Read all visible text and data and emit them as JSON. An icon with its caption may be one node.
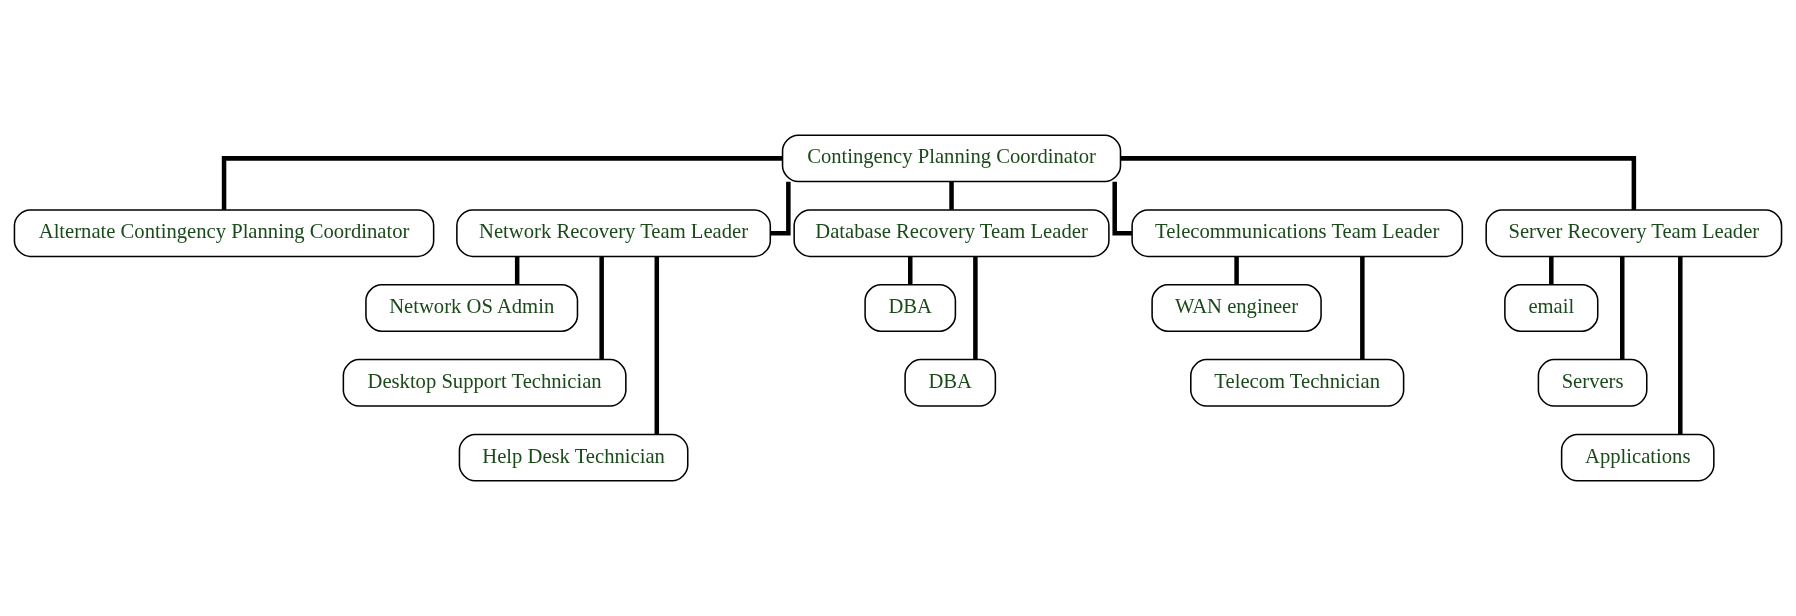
{
  "diagram": {
    "nodes": [
      {
        "text": [
          "Contingency Planning Coordinator"
        ]
      },
      {
        "text": [
          "Alternate Contingency Planning Coordinator"
        ]
      },
      {
        "text": [
          "Network Recovery Team Leader"
        ]
      },
      {
        "text": [
          "Database Recovery Team Leader"
        ]
      },
      {
        "text": [
          "Telecommunications Team Leader"
        ]
      },
      {
        "text": [
          "Server Recovery Team Leader"
        ]
      },
      {
        "text": [
          "Network OS Admin"
        ]
      },
      {
        "text": [
          "Desktop Support Technician"
        ]
      },
      {
        "text": [
          "Help Desk Technician"
        ]
      },
      {
        "text": [
          "DBA"
        ]
      },
      {
        "text": [
          "DBA"
        ]
      },
      {
        "text": [
          "WAN engineer"
        ]
      },
      {
        "text": [
          "Telecom Technician"
        ]
      },
      {
        "text": [
          "email"
        ]
      },
      {
        "text": [
          "Servers"
        ]
      },
      {
        "text": [
          "Applications"
        ]
      }
    ],
    "edges": [
      {
        "from": 0,
        "to": 1,
        "arrow": "none"
      },
      {
        "from": 0,
        "to": 2,
        "arrow": "none"
      },
      {
        "from": 0,
        "to": 3,
        "arrow": "none"
      },
      {
        "from": 0,
        "to": 4,
        "arrow": "none"
      },
      {
        "from": 0,
        "to": 5,
        "arrow": "none"
      },
      {
        "from": 2,
        "to": 6,
        "arrow": "none"
      },
      {
        "from": 2,
        "to": 7,
        "arrow": "none"
      },
      {
        "from": 2,
        "to": 8,
        "arrow": "none"
      },
      {
        "from": 3,
        "to": 9,
        "arrow": "none"
      },
      {
        "from": 3,
        "to": 10,
        "arrow": "none"
      },
      {
        "from": 4,
        "to": 11,
        "arrow": "none"
      },
      {
        "from": 4,
        "to": 12,
        "arrow": "none"
      },
      {
        "from": 5,
        "to": 13,
        "arrow": "none"
      },
      {
        "from": 5,
        "to": 14,
        "arrow": "none"
      },
      {
        "from": 5,
        "to": 15,
        "arrow": "none"
      }
    ]
  }
}
